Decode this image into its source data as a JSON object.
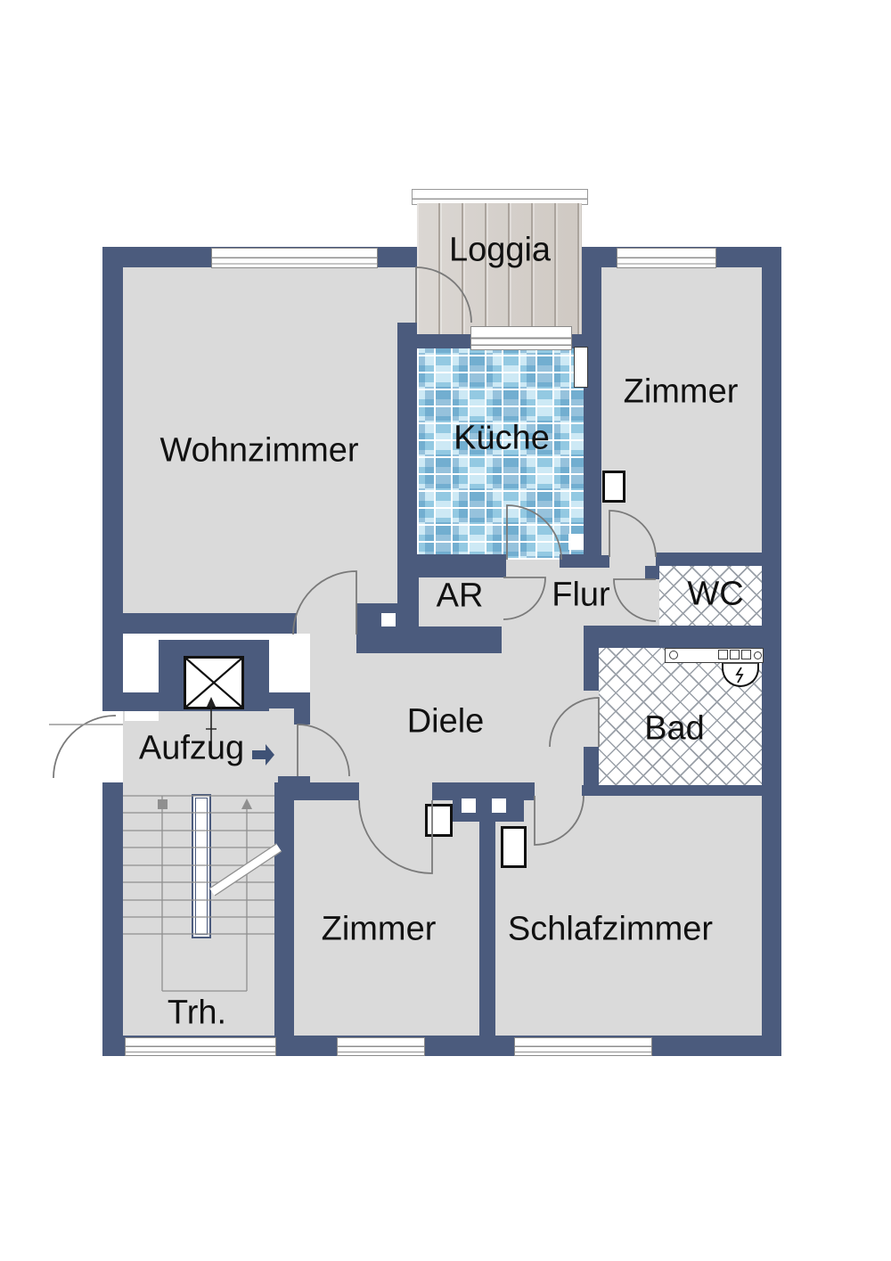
{
  "meta": {
    "type": "apartment-floor-plan"
  },
  "rooms": {
    "loggia": {
      "label": "Loggia"
    },
    "wohnzimmer": {
      "label": "Wohnzimmer"
    },
    "kueche": {
      "label": "Küche"
    },
    "zimmer_oben": {
      "label": "Zimmer"
    },
    "ar": {
      "label": "AR"
    },
    "flur": {
      "label": "Flur"
    },
    "wc": {
      "label": "WC"
    },
    "bad": {
      "label": "Bad"
    },
    "diele": {
      "label": "Diele"
    },
    "aufzug": {
      "label": "Aufzug"
    },
    "treppenhaus": {
      "label": "Trh."
    },
    "zimmer_unten": {
      "label": "Zimmer"
    },
    "schlafzimmer": {
      "label": "Schlafzimmer"
    }
  },
  "colors": {
    "wall": "#4b5b7d",
    "floor": "#dadada",
    "outside": "#ffffff",
    "tile-light": "#cde9f5",
    "tile-mid": "#93c9e2",
    "tile-dark": "#4d96c4",
    "wood": "#d7d2cd",
    "hatch": "#9aa0a8",
    "arc": "#7a7a7a",
    "entry": "#3f5276",
    "text": "#111111"
  }
}
